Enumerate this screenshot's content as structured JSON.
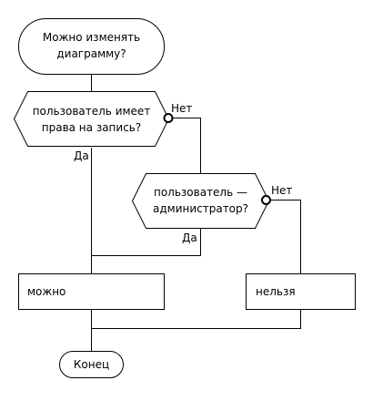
{
  "start": {
    "line1": "Можно изменять",
    "line2": "диаграмму?"
  },
  "decision1": {
    "line1": "пользователь имеет",
    "line2": "права на запись?",
    "yes": "Да",
    "no": "Нет"
  },
  "decision2": {
    "line1": "пользователь —",
    "line2": "администратор?",
    "yes": "Да",
    "no": "Нет"
  },
  "action_yes": {
    "label": "можно"
  },
  "action_no": {
    "label": "нельзя"
  },
  "end": {
    "label": "Конец"
  }
}
